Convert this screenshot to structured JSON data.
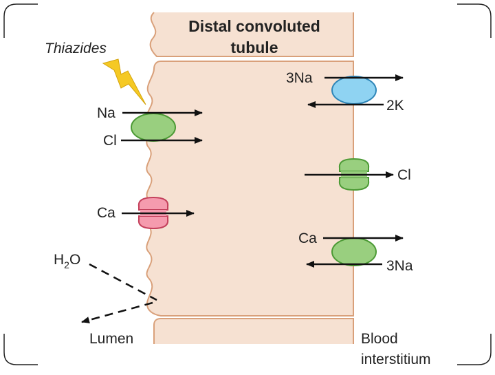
{
  "diagram": {
    "title_line1": "Distal convoluted",
    "title_line2": "tubule",
    "drug_label": "Thiazides",
    "luminal": {
      "symporter_ions": [
        "Na",
        "Cl"
      ],
      "calcium_channel_ion": "Ca",
      "water_label": "H",
      "water_subscript": "2",
      "water_suffix": "O"
    },
    "basolateral": {
      "pump_out_ion": "3Na",
      "pump_in_ion": "2K",
      "chloride_channel_ion": "Cl",
      "exchanger_out_ion": "Ca",
      "exchanger_in_ion": "3Na"
    },
    "compartments": {
      "lumen": "Lumen",
      "blood_line1": "Blood",
      "blood_line2": "interstitium"
    },
    "colors": {
      "cell_fill": "#f6e1d2",
      "cell_border": "#d9a07a",
      "nkcc_pump": "#8fd3f2",
      "symporter": "#99cf7f",
      "ca_channel": "#f59bae",
      "lightning": "#f5c924",
      "frame": "#222222"
    }
  }
}
